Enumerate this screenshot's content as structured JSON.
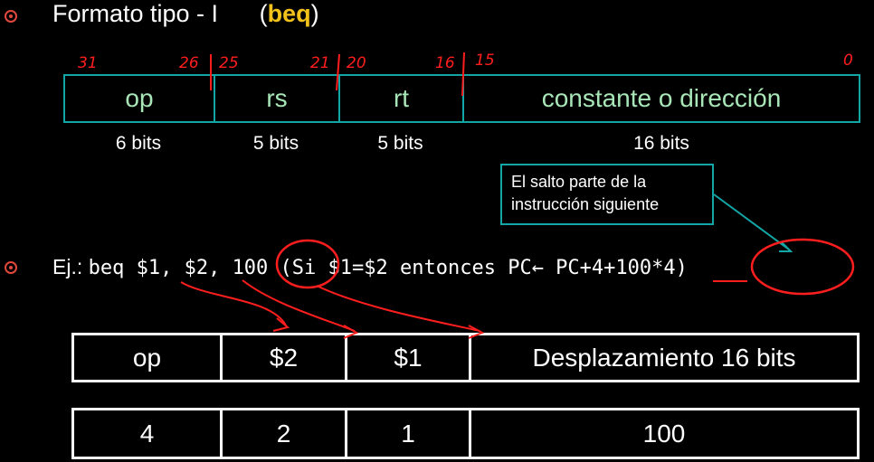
{
  "slide": {
    "title": "Formato tipo - I",
    "title_keyword": "beq",
    "bit_marks": [
      "31",
      "26",
      "25",
      "21",
      "20",
      "16",
      "15",
      "0"
    ],
    "format_fields": [
      "op",
      "rs",
      "rt",
      "constante o dirección"
    ],
    "format_bits": [
      "6 bits",
      "5 bits",
      "5 bits",
      "16 bits"
    ],
    "note": "El salto parte de la instrucción siguiente",
    "example_prefix": "Ej.:",
    "example_code": "beq $1, $2, 100 (Si $1=$2 entonces PC← PC+4+100*4)",
    "table_header": [
      "op",
      "$2",
      "$1",
      "Desplazamiento 16 bits"
    ],
    "table_values": [
      "4",
      "2",
      "1",
      "100"
    ]
  },
  "colors": {
    "background": "#000000",
    "bullet": "#e0483e",
    "keyword": "#f2c21a",
    "field_border": "#13a6a6",
    "field_text": "#a8e6b8",
    "annotation": "#ff1e1e"
  },
  "icons": {
    "bullet": "bullet-icon"
  }
}
